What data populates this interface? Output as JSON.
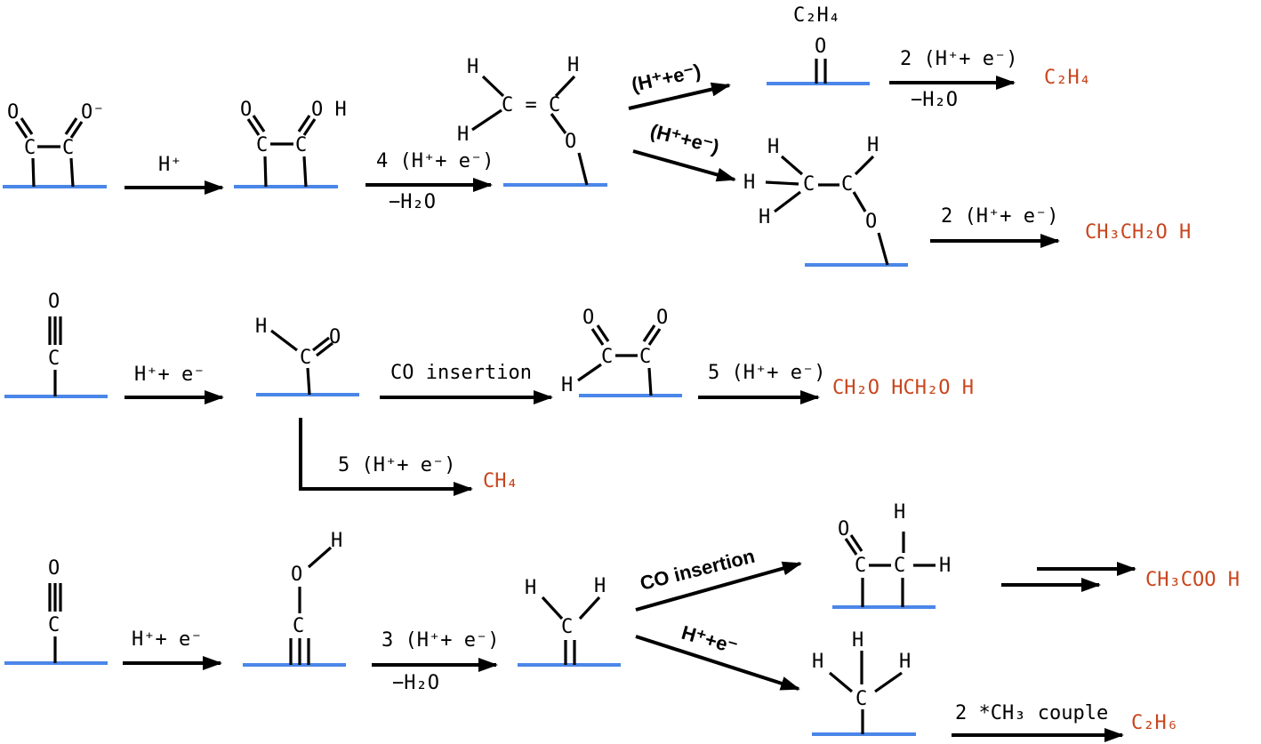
{
  "colors": {
    "surface": "#4a86e8",
    "product": "#c8461e",
    "ink": "#000000"
  },
  "labels": {
    "O": "O",
    "C": "C",
    "H": "H",
    "Cp": "C",
    "O_minus": "O⁻",
    "OH": "O H",
    "C_eq_C": "C = C"
  },
  "conditions": {
    "hplus": "H⁺",
    "hplus_e": "H⁺+ e⁻",
    "four_he": "4 (H⁺+ e⁻)",
    "two_he": "2 (H⁺+ e⁻)",
    "three_he": "3 (H⁺+ e⁻)",
    "five_he": "5 (H⁺+ e⁻)",
    "minus_h2o": "−H₂O",
    "he_paren": "(H⁺+e⁻)",
    "he_short": "H⁺+e⁻",
    "co_insertion": "CO  insertion",
    "co_insertion_bold": "CO insertion",
    "ch3_couple": "2 *CH₃ couple"
  },
  "products": {
    "c2h4": "C₂H₄",
    "c2h4_adsorbed": "C₂H₄",
    "ethanol": "CH₃CH₂O H",
    "ethylene_glycol": "CH₂O HCH₂O H",
    "methane": "CH₄",
    "acetic_acid": "CH₃COO H",
    "ethane": "C₂H₆"
  }
}
